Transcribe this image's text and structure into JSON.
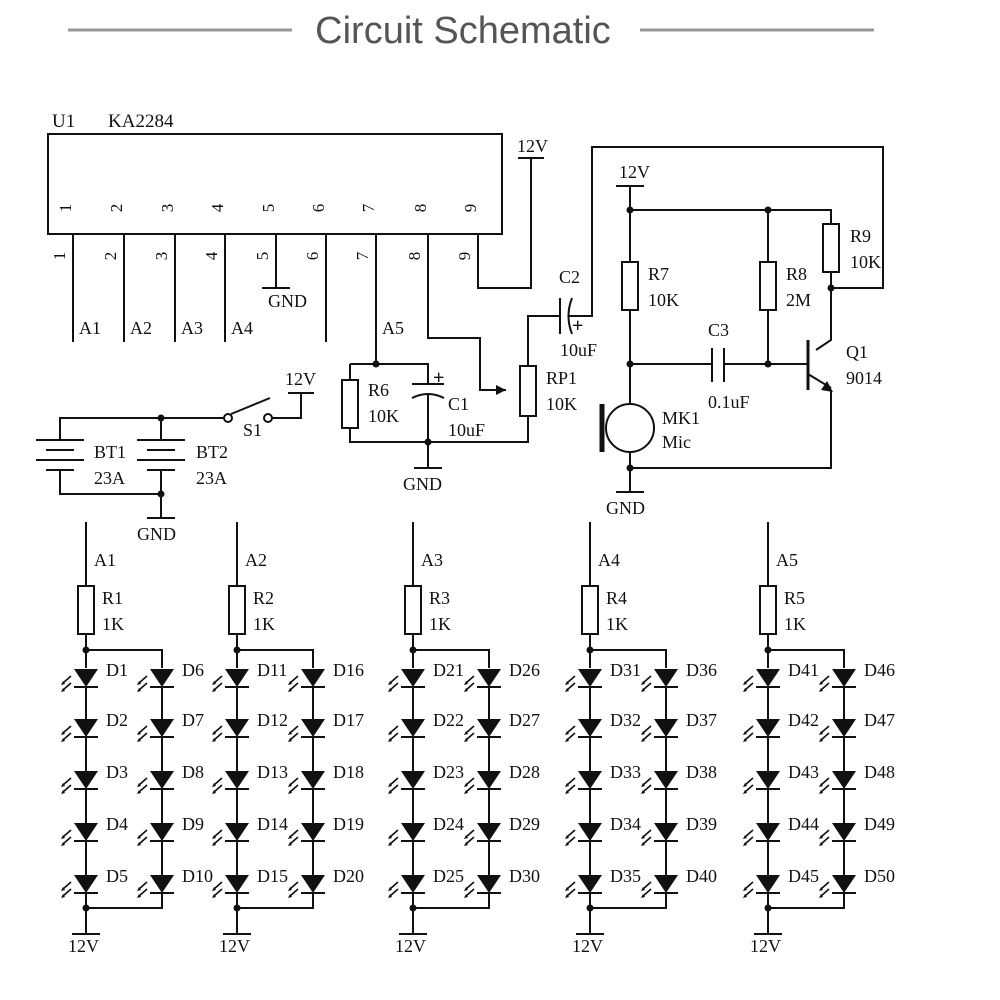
{
  "title": "Circuit Schematic",
  "ic": {
    "ref": "U1",
    "part": "KA2284",
    "pins": [
      "1",
      "2",
      "3",
      "4",
      "5",
      "6",
      "7",
      "8",
      "9"
    ],
    "outputs": [
      "A1",
      "A2",
      "A3",
      "A4",
      "",
      "",
      "A5",
      "",
      ""
    ]
  },
  "labels": {
    "v12": "12V",
    "gnd": "GND",
    "c2": "C2",
    "c2_val": "10uF",
    "c3": "C3",
    "c3_val": "0.1uF",
    "r6": "R6",
    "r6_val": "10K",
    "c1": "C1",
    "c1_val": "10uF",
    "rp1": "RP1",
    "rp1_val": "10K",
    "r7": "R7",
    "r7_val": "10K",
    "r8": "R8",
    "r8_val": "2M",
    "r9": "R9",
    "r9_val": "10K",
    "q1": "Q1",
    "q1_val": "9014",
    "mk1": "MK1",
    "mk1_val": "Mic",
    "s1": "S1",
    "bt1": "BT1",
    "bt2": "BT2",
    "bt_val": "23A",
    "plus": "+"
  },
  "columns": [
    {
      "node": "A1",
      "res": "R1",
      "res_val": "1K",
      "left": [
        "D1",
        "D2",
        "D3",
        "D4",
        "D5"
      ],
      "right": [
        "D6",
        "D7",
        "D8",
        "D9",
        "D10"
      ]
    },
    {
      "node": "A2",
      "res": "R2",
      "res_val": "1K",
      "left": [
        "D11",
        "D12",
        "D13",
        "D14",
        "D15"
      ],
      "right": [
        "D16",
        "D17",
        "D18",
        "D19",
        "D20"
      ]
    },
    {
      "node": "A3",
      "res": "R3",
      "res_val": "1K",
      "left": [
        "D21",
        "D22",
        "D23",
        "D24",
        "D25"
      ],
      "right": [
        "D26",
        "D27",
        "D28",
        "D29",
        "D30"
      ]
    },
    {
      "node": "A4",
      "res": "R4",
      "res_val": "1K",
      "left": [
        "D31",
        "D32",
        "D33",
        "D34",
        "D35"
      ],
      "right": [
        "D36",
        "D37",
        "D38",
        "D39",
        "D40"
      ]
    },
    {
      "node": "A5",
      "res": "R5",
      "res_val": "1K",
      "left": [
        "D41",
        "D42",
        "D43",
        "D44",
        "D45"
      ],
      "right": [
        "D46",
        "D47",
        "D48",
        "D49",
        "D50"
      ]
    }
  ]
}
